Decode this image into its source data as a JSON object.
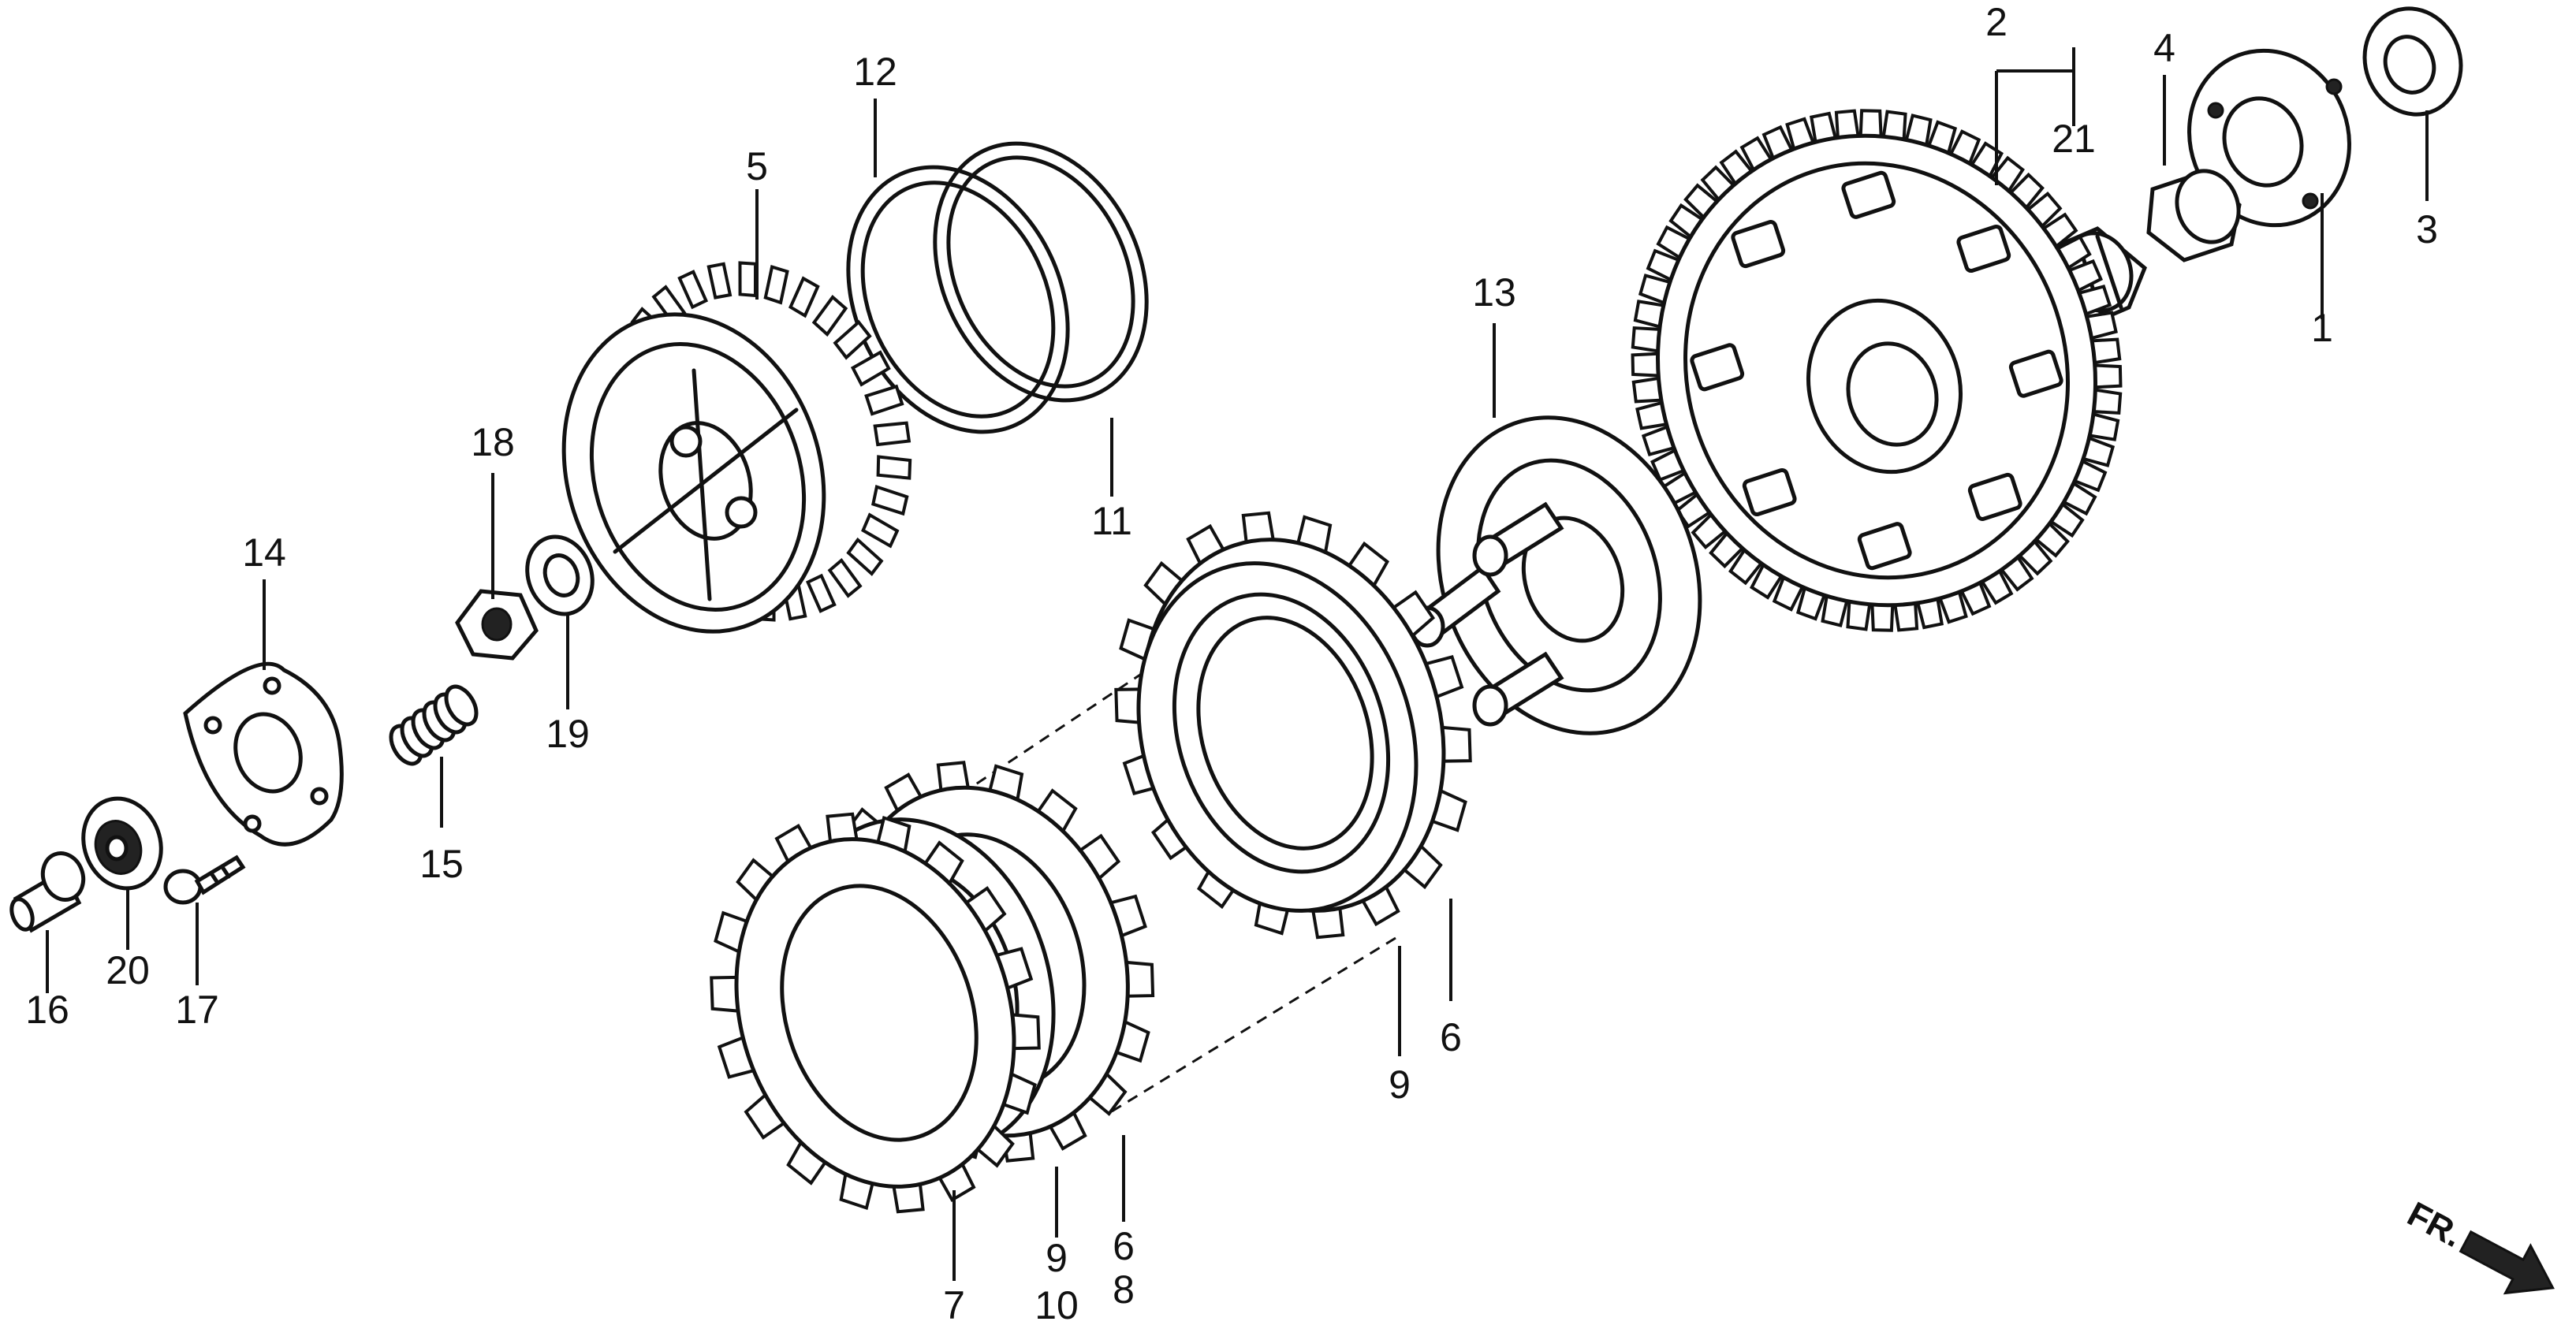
{
  "callouts": [
    "1",
    "2",
    "3",
    "4",
    "5",
    "6",
    "6",
    "7",
    "8",
    "9",
    "9",
    "10",
    "11",
    "12",
    "13",
    "14",
    "15",
    "16",
    "17",
    "18",
    "19",
    "20",
    "21"
  ],
  "direction_marker": {
    "text": "FR.",
    "icon": "arrow-icon"
  }
}
